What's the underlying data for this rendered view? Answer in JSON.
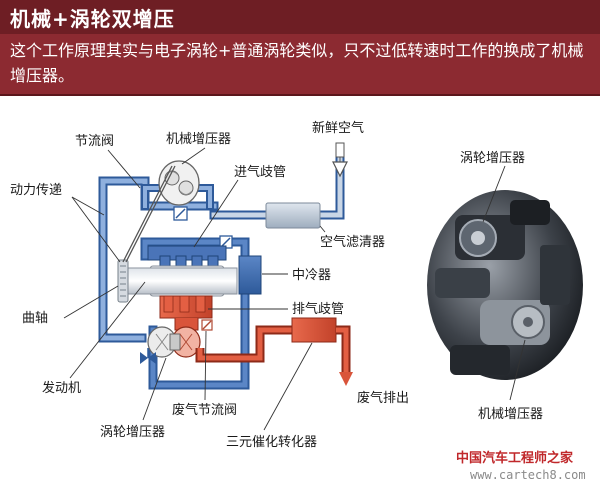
{
  "header": {
    "title": "机械+涡轮双增压",
    "description": "这个工作原理其实与电子涡轮+普通涡轮类似，只不过低转速时工作的换成了机械增压器。"
  },
  "diagram": {
    "labels": {
      "throttle": "节流阀",
      "supercharger_top": "机械增压器",
      "fresh_air": "新鲜空气",
      "power_transmission": "动力传递",
      "intake_manifold": "进气歧管",
      "air_filter": "空气滤清器",
      "intercooler": "中冷器",
      "exhaust_manifold": "排气歧管",
      "crankshaft": "曲轴",
      "engine": "发动机",
      "wastegate": "废气节流阀",
      "exhaust_out": "废气排出",
      "turbocharger_left": "涡轮增压器",
      "catalytic_converter": "三元催化转化器",
      "turbocharger_right": "涡轮增压器",
      "supercharger_right": "机械增压器"
    },
    "colors": {
      "intake_pipe": "#5b86c6",
      "intake_edge": "#2e5a9a",
      "exhaust_pipe": "#d9543a",
      "engine_block": "#4a74b8",
      "filter": "#b8c4d2",
      "header_dark": "#6e1e24",
      "header": "#8c2a31"
    }
  },
  "watermark": {
    "cn": "中国汽车工程师之家",
    "url": "www.cartech8.com"
  }
}
